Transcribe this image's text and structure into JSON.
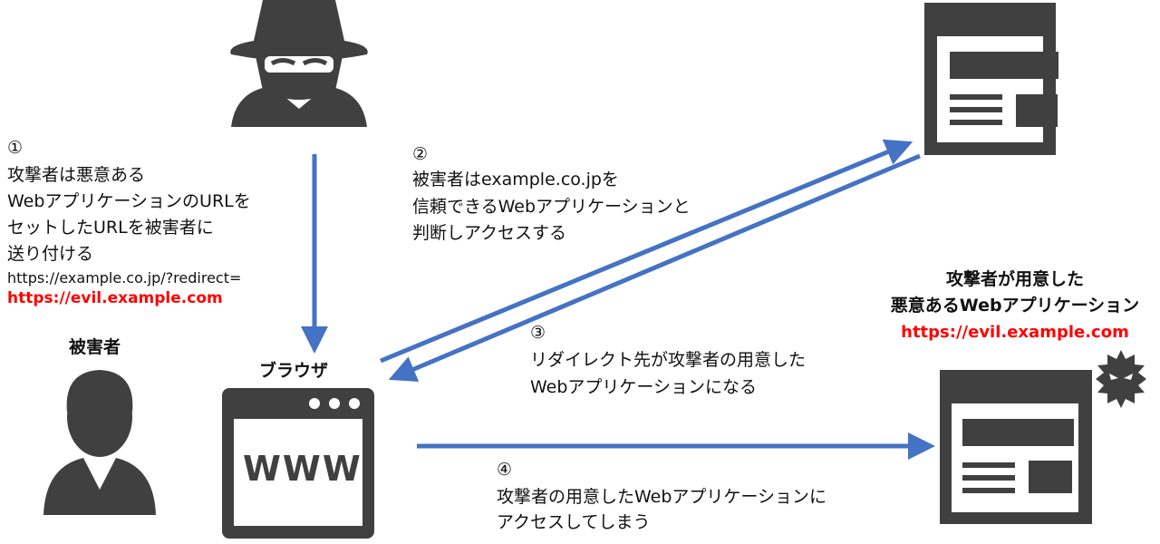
{
  "colors": {
    "icon": "#404040",
    "arrow": "#4472c4",
    "accent_red": "#ff0000"
  },
  "step1": {
    "num": "①",
    "lines": [
      "攻撃者は悪意ある",
      "WebアプリケーションのURLを",
      "セットしたURLを被害者に",
      "送り付ける"
    ],
    "url": "https://example.co.jp/?redirect=",
    "evil_url": "https://evil.example.com"
  },
  "step2": {
    "num": "②",
    "lines": [
      "被害者はexample.co.jpを",
      "信頼できるWebアプリケーションと",
      "判断しアクセスする"
    ]
  },
  "step3": {
    "num": "③",
    "lines": [
      "リダイレクト先が攻撃者の用意した",
      "Webアプリケーションになる"
    ]
  },
  "step4": {
    "num": "④",
    "lines": [
      "攻撃者の用意したWebアプリケーションに",
      "アクセスしてしまう"
    ]
  },
  "victim_label": "被害者",
  "browser_label": "ブラウザ",
  "browser_text": "WWW",
  "evil_site": {
    "lines": [
      "攻撃者が用意した",
      "悪意あるWebアプリケーション"
    ],
    "url": "https://evil.example.com"
  }
}
